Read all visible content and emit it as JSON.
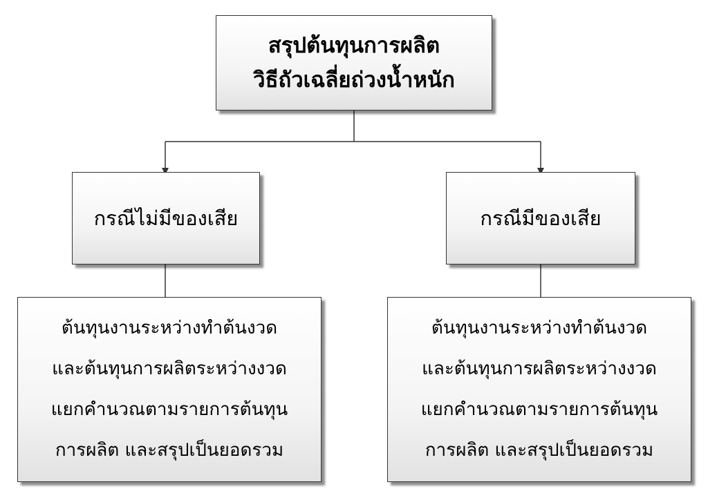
{
  "root": {
    "line1": "สรุปต้นทุนการผลิต",
    "line2": "วิธีถัวเฉลี่ยถ่วงน้ำหนัก"
  },
  "cases": [
    {
      "label": "กรณีไม่มีของเสีย",
      "description": [
        "ต้นทุนงานระหว่างทำต้นงวด",
        "และต้นทุนการผลิตระหว่างงวด",
        "แยกคำนวณตามรายการต้นทุน",
        "การผลิต และสรุปเป็นยอดรวม"
      ]
    },
    {
      "label": "กรณีมีของเสีย",
      "description": [
        "ต้นทุนงานระหว่างทำต้นงวด",
        "และต้นทุนการผลิตระหว่างงวด",
        "แยกคำนวณตามรายการต้นทุน",
        "การผลิต และสรุปเป็นยอดรวม"
      ]
    }
  ],
  "colors": {
    "border": "#333333",
    "connector": "#333333"
  }
}
